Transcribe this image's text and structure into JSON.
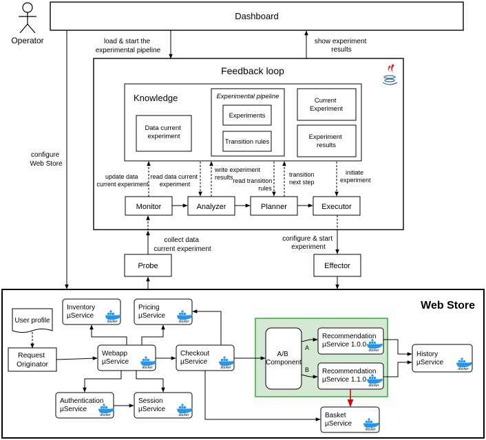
{
  "operator": {
    "label": "Operator"
  },
  "dashboard": {
    "label": "Dashboard"
  },
  "edges": {
    "load_start": [
      "load & start the",
      "experimental pipeline"
    ],
    "show_results": [
      "show experiment",
      "results"
    ],
    "configure_store": [
      "configure",
      "Web Store"
    ],
    "update_data": [
      "update data",
      "current experiment"
    ],
    "read_data": [
      "read data current",
      "experiment"
    ],
    "write_exp": [
      "write experiment",
      "results"
    ],
    "read_trans": [
      "read transition",
      "rules"
    ],
    "transition_next": [
      "transition",
      "next step"
    ],
    "initiate": [
      "initiate",
      "experiment"
    ],
    "collect_data": [
      "collect data",
      "current experiment"
    ],
    "configure_start": [
      "configure & start",
      "experiment"
    ],
    "ab_a": "A",
    "ab_b": "B"
  },
  "feedback": {
    "title": "Feedback loop",
    "knowledge": {
      "title": "Knowledge",
      "data_current": [
        "Data current",
        "experiment"
      ],
      "pipeline_title": "Experimental pipeline",
      "experiments": "Experiments",
      "transition_rules": "Transition rules",
      "current_experiment": [
        "Current",
        "Experiment"
      ],
      "experiment_results": [
        "Experiment",
        "results"
      ]
    },
    "monitor": "Monitor",
    "analyzer": "Analyzer",
    "planner": "Planner",
    "executor": "Executor"
  },
  "probe": "Probe",
  "effector": "Effector",
  "store": {
    "title": "Web Store",
    "user_profile": "User profile",
    "request_originator": [
      "Request",
      "Originator"
    ],
    "inventory": [
      "Inventory",
      "µService"
    ],
    "pricing": [
      "Pricing",
      "µService"
    ],
    "webapp": [
      "Webapp",
      "µService"
    ],
    "checkout": [
      "Checkout",
      "µService"
    ],
    "authentication": [
      "Authentication",
      "µService"
    ],
    "session": [
      "Session",
      "µService"
    ],
    "ab_component": [
      "A/B",
      "Component"
    ],
    "rec_100": [
      "Recommendation",
      "µService 1.0.0"
    ],
    "rec_110": [
      "Recommendation",
      "µService 1.1.0"
    ],
    "history": [
      "History",
      "µService"
    ],
    "basket": [
      "Basket",
      "µService"
    ],
    "docker_label": "docker"
  },
  "colors": {
    "ab_fill": "#d5e8d4",
    "ab_stroke": "#33aa33",
    "red_arrow": "#dd0000",
    "docker": "#2496ed"
  }
}
